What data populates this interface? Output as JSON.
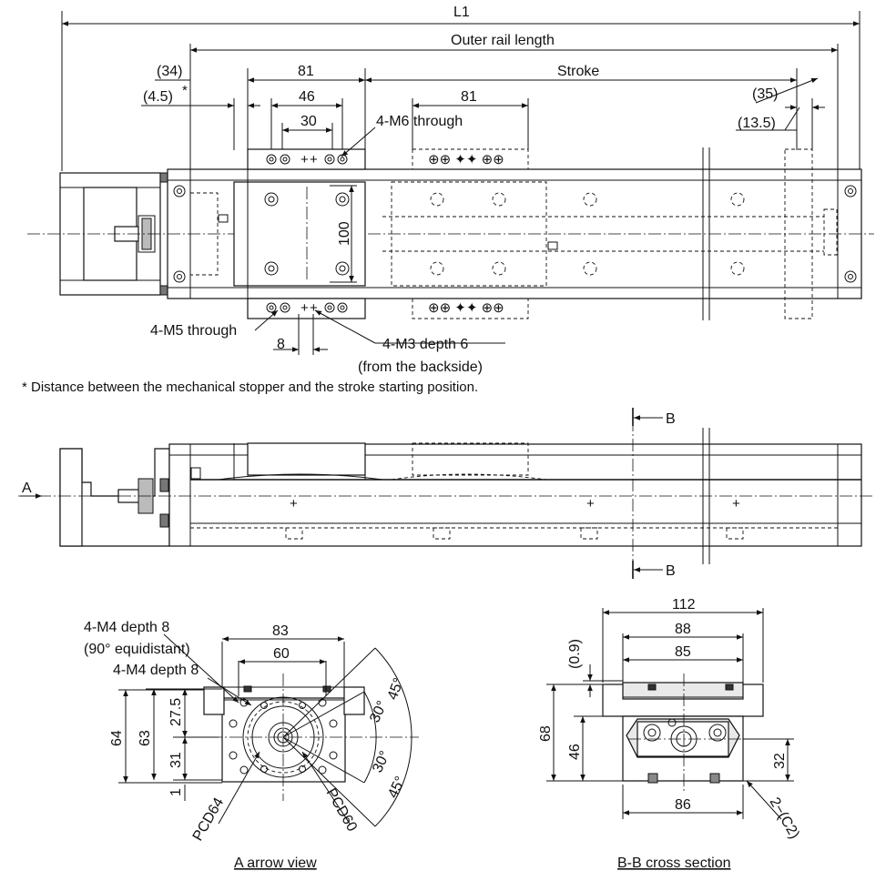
{
  "top_view": {
    "l1": "L1",
    "outer_rail_length": "Outer rail length",
    "stroke": "Stroke",
    "d34": "(34)",
    "d4_5": "(4.5)",
    "asterisk": "*",
    "d81a": "81",
    "d46": "46",
    "d30": "30",
    "d81b": "81",
    "m6": "4-M6 through",
    "d100": "100",
    "d35": "(35)",
    "d13_5": "(13.5)",
    "m5": "4-M5 through",
    "d8": "8",
    "m3": "4-M3 depth 6",
    "backside": "(from the backside)"
  },
  "footnote": "* Distance between the mechanical stopper and the stroke starting position.",
  "side_view": {
    "a_label": "A",
    "b_top": "B",
    "b_bottom": "B"
  },
  "a_view": {
    "m4_8a": "4-M4 depth 8",
    "equidistant": "(90° equidistant)",
    "m4_8b": "4-M4 depth 8",
    "d83": "83",
    "d60": "60",
    "d64": "64",
    "d63": "63",
    "d27_5": "27.5",
    "d31": "31",
    "d1": "1",
    "a30a": "30°",
    "a45a": "45°",
    "a30b": "30°",
    "a45b": "45°",
    "pcd64": "PCD64",
    "pcd60": "PCD60",
    "caption": "A arrow view"
  },
  "bb_section": {
    "d112": "112",
    "d88": "88",
    "d85": "85",
    "d0_9": "(0.9)",
    "d68": "68",
    "d46": "46",
    "d32": "32",
    "d86": "86",
    "c2": "2−(C2)",
    "caption": "B-B cross section"
  }
}
